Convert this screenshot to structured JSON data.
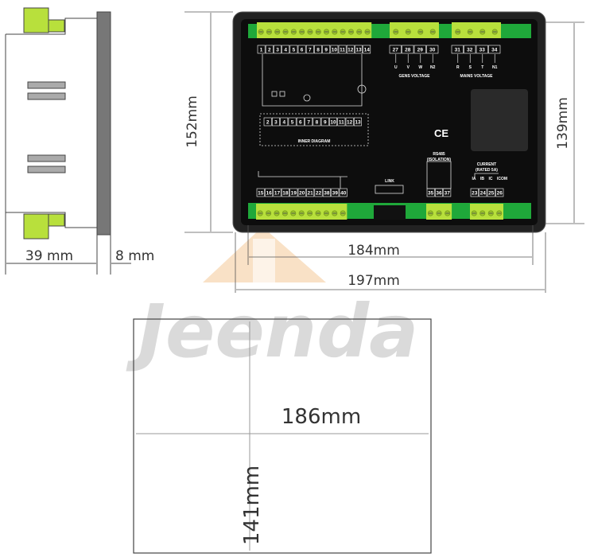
{
  "watermark": {
    "brand": "Jeenda"
  },
  "side_view": {
    "depth_label": "39 mm",
    "panel_label": "8 mm"
  },
  "front_view": {
    "height_label": "152mm",
    "inner_height_label": "139mm",
    "inner_width_label": "184mm",
    "width_label": "197mm",
    "top_terminals": [
      "1",
      "2",
      "3",
      "4",
      "5",
      "6",
      "7",
      "8",
      "9",
      "10",
      "11",
      "12",
      "13",
      "14"
    ],
    "gens_terminals": [
      "27",
      "28",
      "29",
      "30"
    ],
    "gens_phases": [
      "U",
      "V",
      "W",
      "N2"
    ],
    "gens_label": "GENS VOLTAGE",
    "mains_terminals": [
      "31",
      "32",
      "33",
      "34"
    ],
    "mains_phases": [
      "R",
      "S",
      "T",
      "N1"
    ],
    "mains_label": "MAINS VOLTAGE",
    "inner_terminals": [
      "2",
      "3",
      "4",
      "5",
      "6",
      "7",
      "8",
      "9",
      "10",
      "11",
      "12",
      "13"
    ],
    "inner_label": "INNER DIAGRAM",
    "bottom_terminals": [
      "15",
      "16",
      "17",
      "18",
      "19",
      "20",
      "21",
      "22",
      "38",
      "39",
      "40"
    ],
    "link_label": "LINK",
    "rs485_label": "RS485",
    "rs485_sub": "(ISOLATION)",
    "rs485_terminals": [
      "35",
      "36",
      "37"
    ],
    "current_label": "CURRENT",
    "current_sub": "(RATED 5A)",
    "current_phases": [
      "IA",
      "IB",
      "IC",
      "ICOM"
    ],
    "current_terminals": [
      "23",
      "24",
      "25",
      "26"
    ],
    "ce_mark": "CE"
  },
  "cutout": {
    "width_label": "186mm",
    "height_label": "141mm"
  },
  "colors": {
    "terminal": "#b8e03c",
    "strip": "#1fa83a",
    "body": "#111111"
  }
}
